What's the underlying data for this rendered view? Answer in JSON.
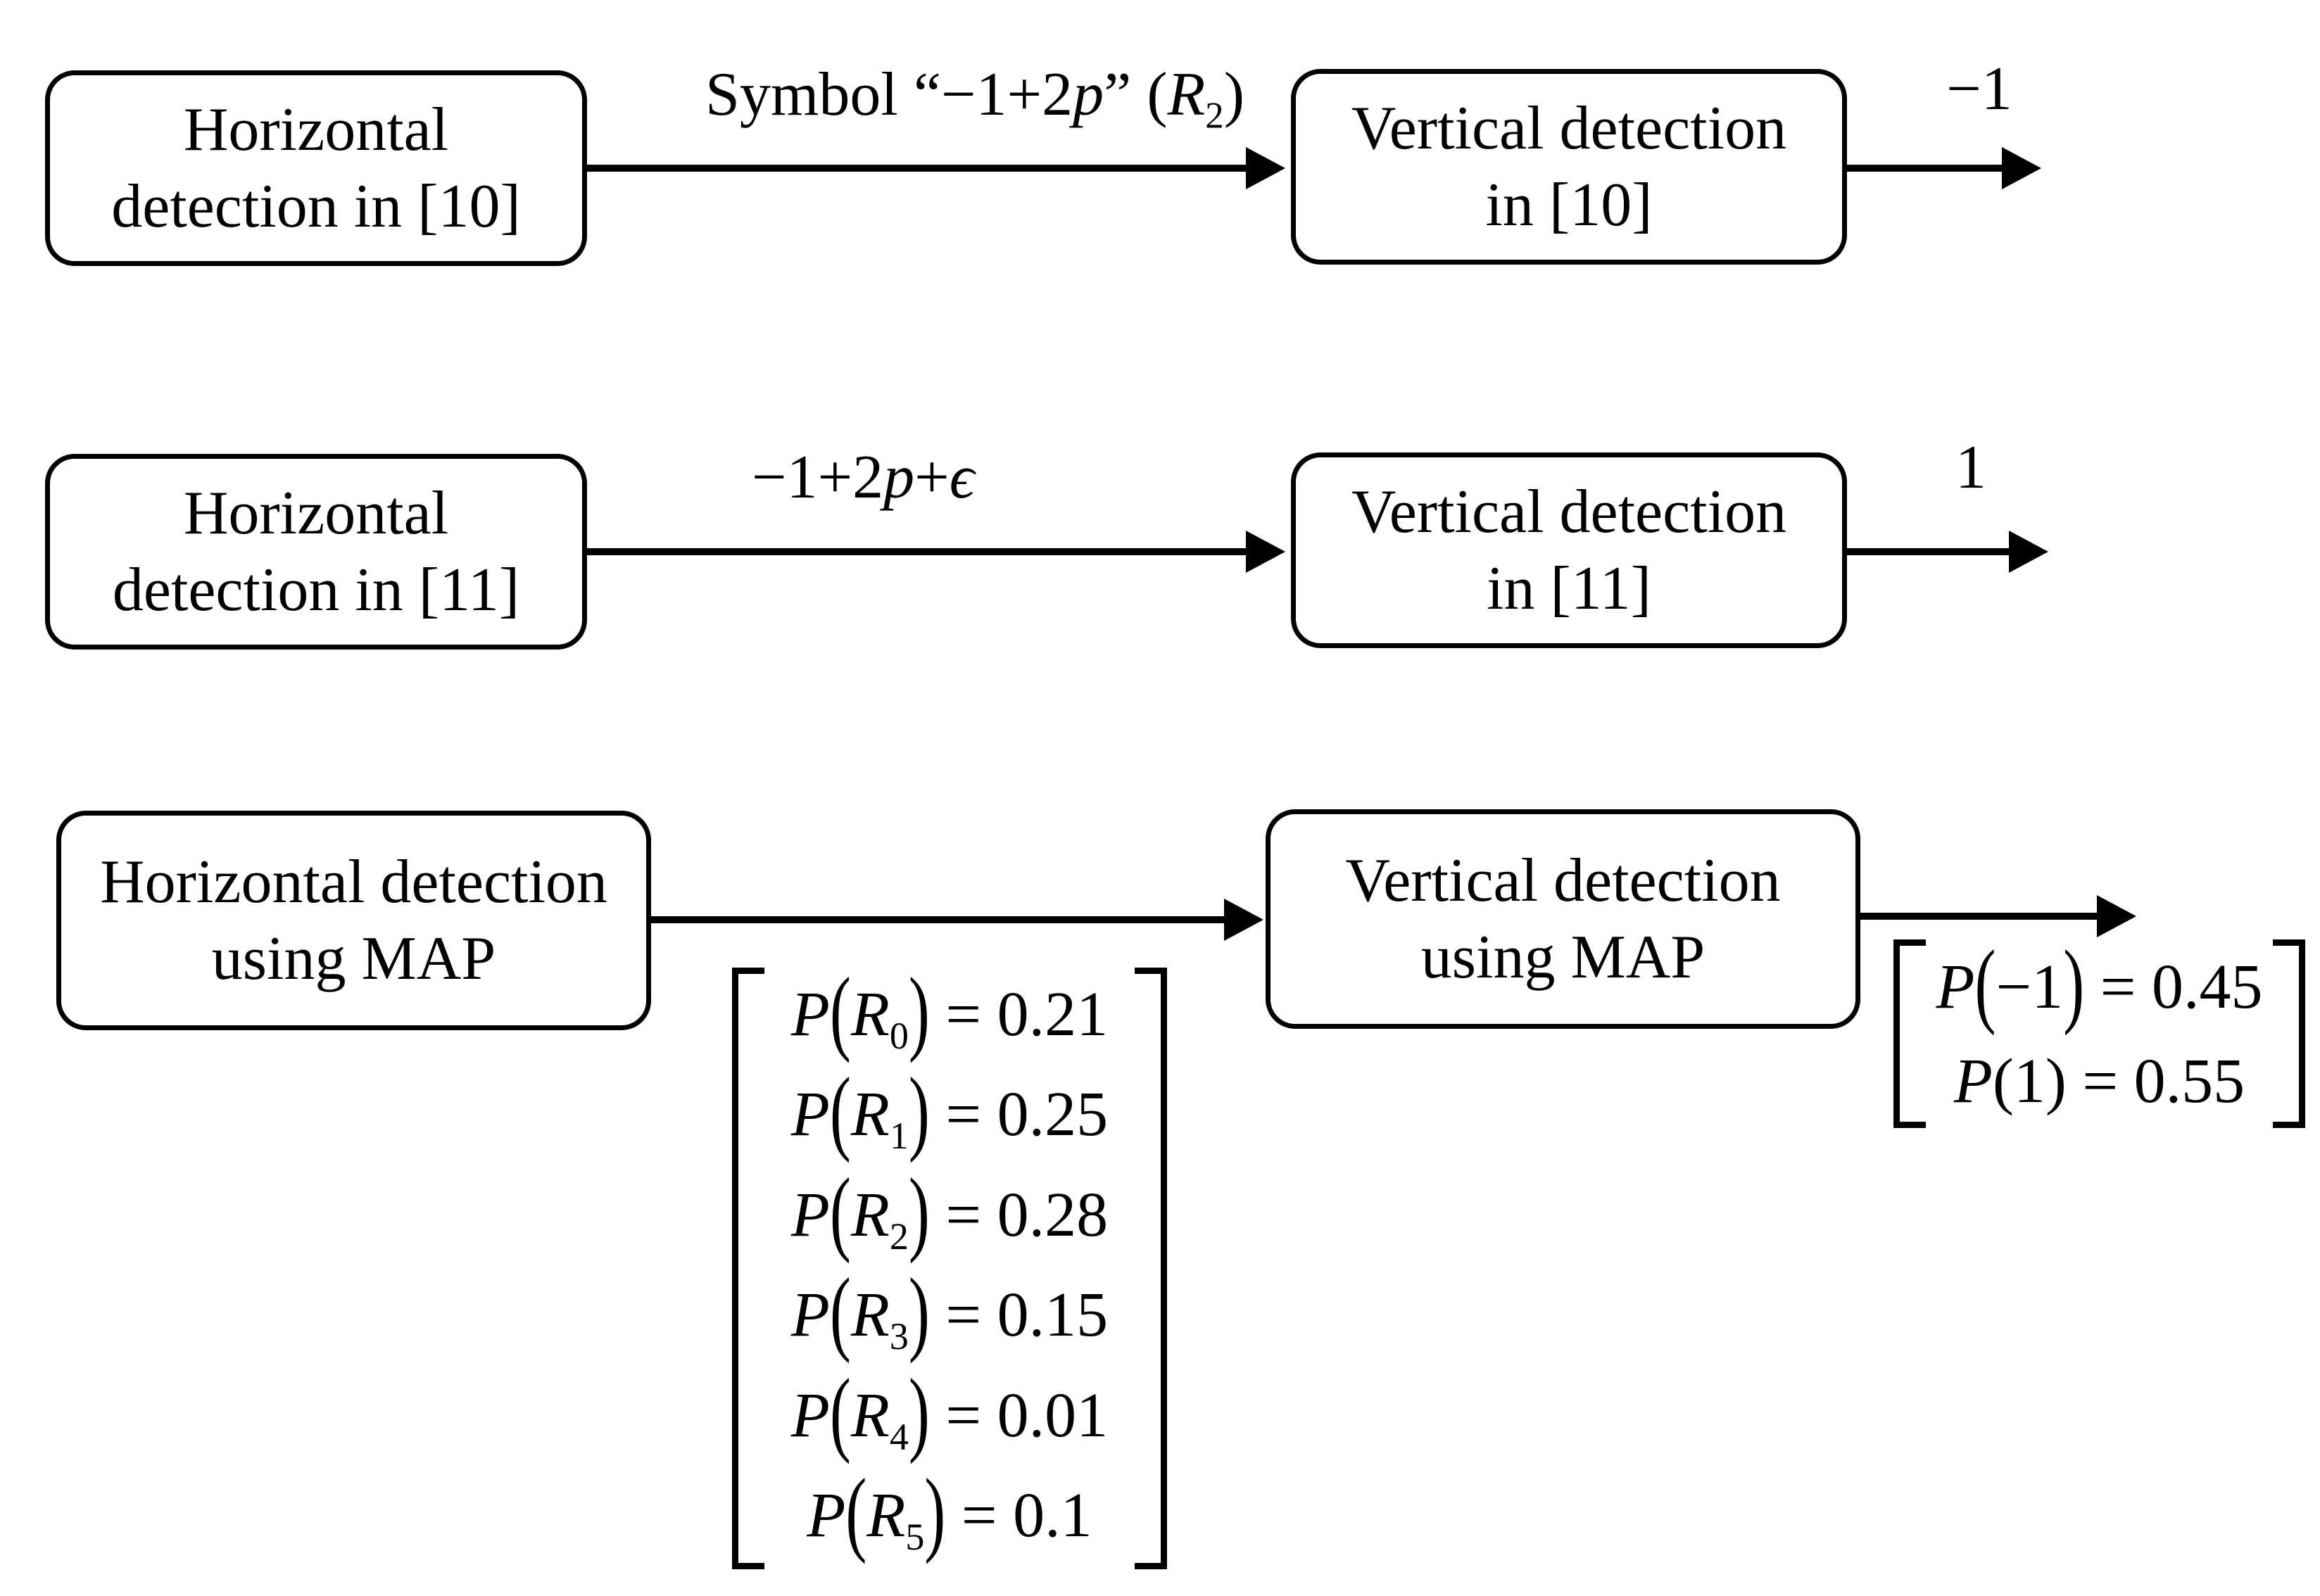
{
  "background": "#ffffff",
  "ink": "#000000",
  "flow_rows": [
    {
      "id": "ref10",
      "left_box": [
        "Horizontal",
        "detection in [10]"
      ],
      "edge_label": [
        {
          "t": "Symbol “−1+2"
        },
        {
          "t": "p",
          "i": true
        },
        {
          "t": "” ("
        },
        {
          "t": "R",
          "i": true
        },
        {
          "t": "2",
          "sub": true
        },
        {
          "t": ")"
        }
      ],
      "right_box": [
        "Vertical detection",
        "in [10]"
      ],
      "out_label": [
        {
          "t": "−1"
        }
      ]
    },
    {
      "id": "ref11",
      "left_box": [
        "Horizontal",
        "detection in [11]"
      ],
      "edge_label": [
        {
          "t": "−1+2"
        },
        {
          "t": "p",
          "i": true
        },
        {
          "t": "+"
        },
        {
          "t": "ϵ",
          "i": true
        }
      ],
      "right_box": [
        "Vertical detection",
        "in [11]"
      ],
      "out_label": [
        {
          "t": "1"
        }
      ]
    },
    {
      "id": "map",
      "left_box": [
        "Horizontal detection",
        "using MAP"
      ],
      "right_box": [
        "Vertical detection",
        "using MAP"
      ]
    }
  ],
  "map_prior_matrix": {
    "rows": [
      [
        {
          "t": "P",
          "i": true
        },
        {
          "t": "(",
          "big": true
        },
        {
          "t": "R",
          "i": true
        },
        {
          "t": "0",
          "sub": true
        },
        {
          "t": ")",
          "big": true
        },
        {
          "t": " = 0.21"
        }
      ],
      [
        {
          "t": "P",
          "i": true
        },
        {
          "t": "(",
          "big": true
        },
        {
          "t": "R",
          "i": true
        },
        {
          "t": "1",
          "sub": true
        },
        {
          "t": ")",
          "big": true
        },
        {
          "t": " = 0.25"
        }
      ],
      [
        {
          "t": "P",
          "i": true
        },
        {
          "t": "(",
          "big": true
        },
        {
          "t": "R",
          "i": true
        },
        {
          "t": "2",
          "sub": true
        },
        {
          "t": ")",
          "big": true
        },
        {
          "t": " = 0.28"
        }
      ],
      [
        {
          "t": "P",
          "i": true
        },
        {
          "t": "(",
          "big": true
        },
        {
          "t": "R",
          "i": true
        },
        {
          "t": "3",
          "sub": true
        },
        {
          "t": ")",
          "big": true
        },
        {
          "t": " = 0.15"
        }
      ],
      [
        {
          "t": "P",
          "i": true
        },
        {
          "t": "(",
          "big": true
        },
        {
          "t": "R",
          "i": true
        },
        {
          "t": "4",
          "sub": true
        },
        {
          "t": ")",
          "big": true
        },
        {
          "t": " = 0.01"
        }
      ],
      [
        {
          "t": "P",
          "i": true
        },
        {
          "t": "(",
          "big": true
        },
        {
          "t": "R",
          "i": true
        },
        {
          "t": "5",
          "sub": true
        },
        {
          "t": ")",
          "big": true
        },
        {
          "t": " = 0.1"
        }
      ]
    ]
  },
  "map_output_matrix": {
    "rows": [
      [
        {
          "t": "P",
          "i": true
        },
        {
          "t": "(",
          "big": true
        },
        {
          "t": "−1"
        },
        {
          "t": ")",
          "big": true
        },
        {
          "t": " = 0.45"
        }
      ],
      [
        {
          "t": "P",
          "i": true
        },
        {
          "t": "(1) = 0.55"
        }
      ]
    ]
  }
}
